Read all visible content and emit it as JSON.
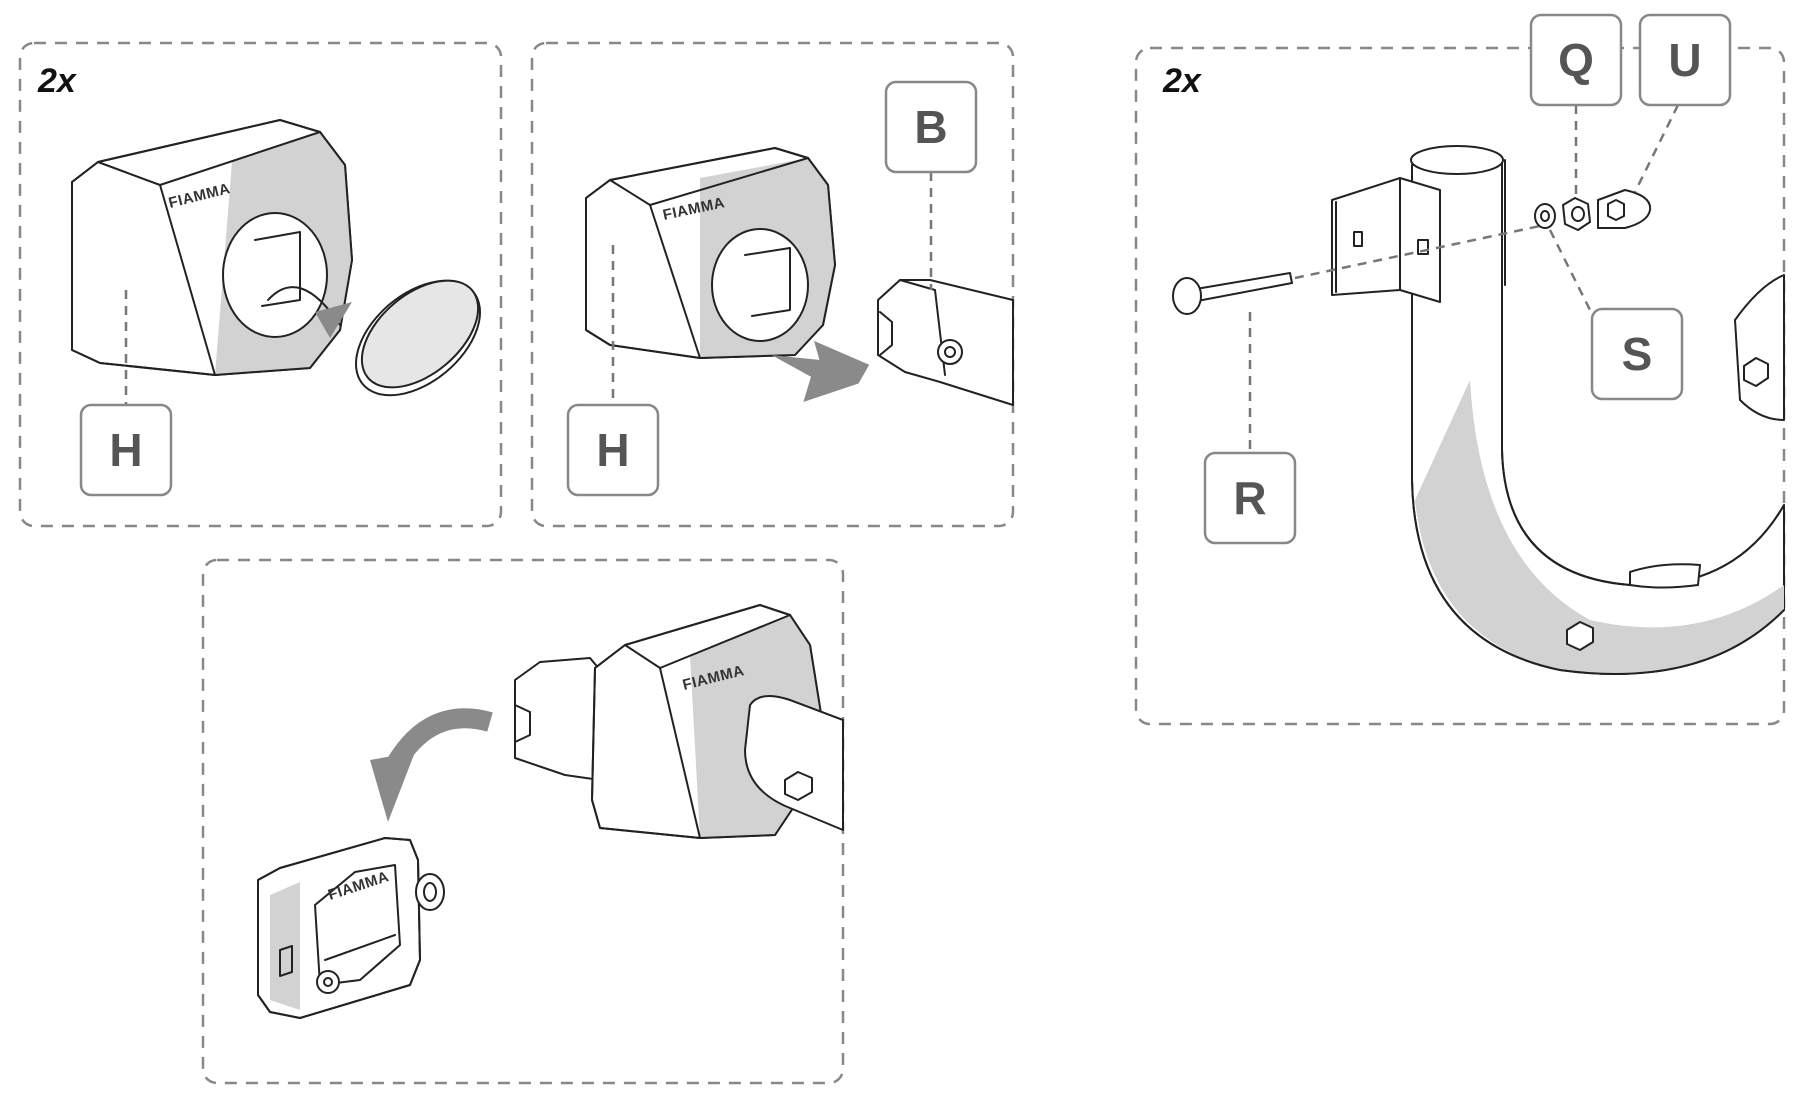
{
  "panels": {
    "p1": {
      "quantity": "2x",
      "label": "H",
      "brand": "FIAMMA"
    },
    "p2": {
      "label_part": "B",
      "label_housing": "H",
      "brand": "FIAMMA"
    },
    "p3": {
      "brand_housing": "FIAMMA",
      "brand_plate": "FIAMMA"
    },
    "p4": {
      "quantity": "2x",
      "label_q": "Q",
      "label_u": "U",
      "label_s": "S",
      "label_r": "R"
    }
  },
  "colors": {
    "dashed_border": "#888888",
    "shading": "#d2d2d2",
    "arrow": "#8a8a8a",
    "label_text": "#555555"
  }
}
